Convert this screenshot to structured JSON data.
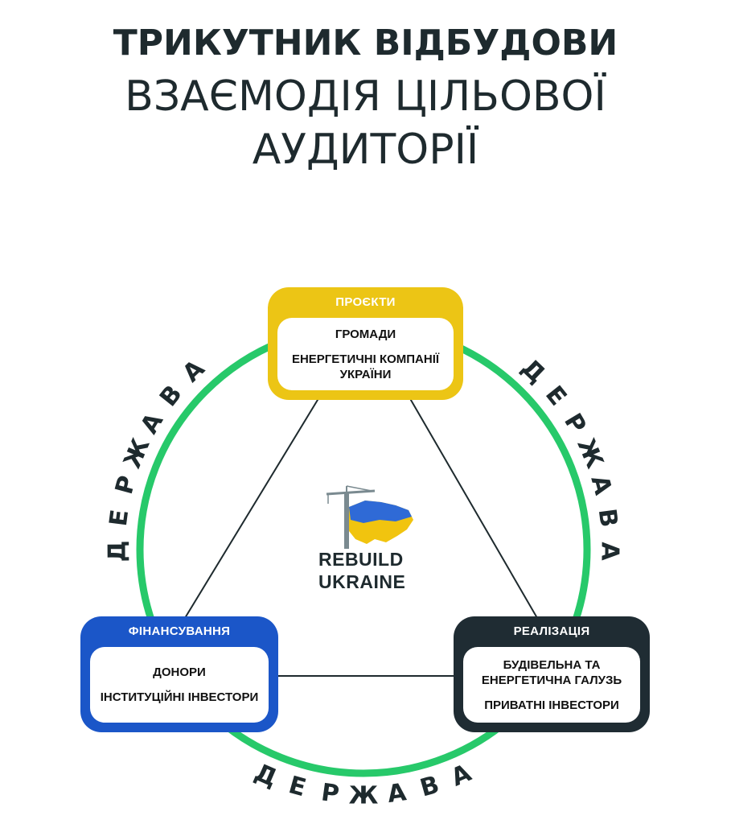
{
  "title": {
    "line1": "ТРИКУТНИК ВІДБУДОВИ",
    "line2": "ВЗАЄМОДІЯ ЦІЛЬОВОЇ",
    "line3": "АУДИТОРІЇ"
  },
  "ring": {
    "label": "ДЕРЖАВА",
    "color": "#27c96a"
  },
  "nodes": {
    "top": {
      "header": "ПРОЄКТИ",
      "items": [
        "ГРОМАДИ",
        "ЕНЕРГЕТИЧНІ КОМПАНІЇ УКРАЇНИ"
      ],
      "color": "#ecc515"
    },
    "left": {
      "header": "ФІНАНСУВАННЯ",
      "items": [
        "ДОНОРИ",
        "ІНСТИТУЦІЙНІ ІНВЕСТОРИ"
      ],
      "color": "#1b56c8"
    },
    "right": {
      "header": "РЕАЛІЗАЦІЯ",
      "items": [
        "БУДІВЕЛЬНА ТА ЕНЕРГЕТИЧНА ГАЛУЗЬ",
        "ПРИВАТНІ ІНВЕСТОРИ"
      ],
      "color": "#1f2c33"
    }
  },
  "logo": {
    "line1": "REBUILD",
    "line2": "UKRAINE"
  }
}
